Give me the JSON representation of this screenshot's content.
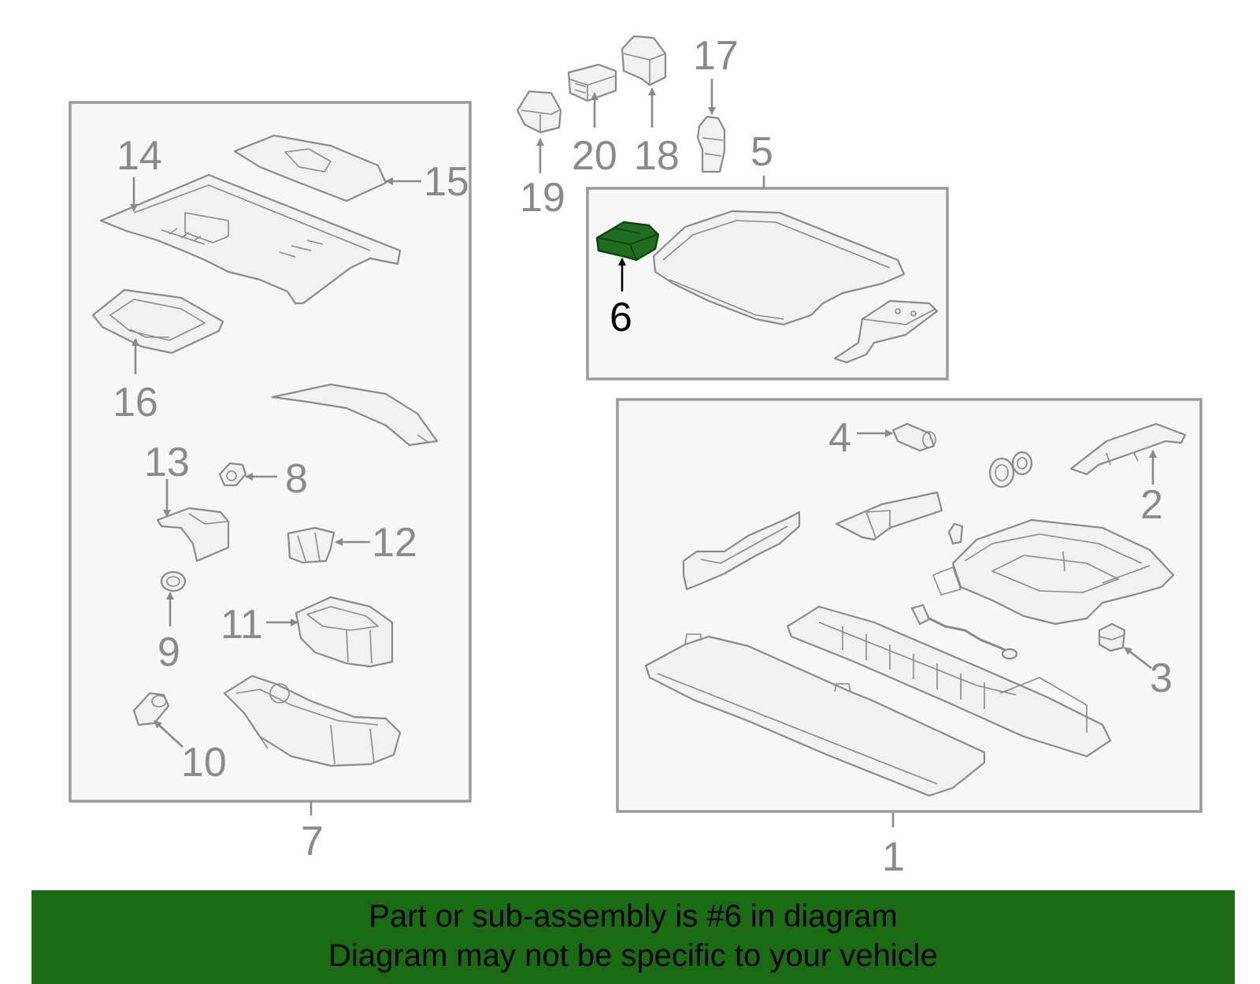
{
  "diagram": {
    "callouts": {
      "c1": "1",
      "c2": "2",
      "c3": "3",
      "c4": "4",
      "c5": "5",
      "c6": "6",
      "c7": "7",
      "c8": "8",
      "c9": "9",
      "c10": "10",
      "c11": "11",
      "c12": "12",
      "c13": "13",
      "c14": "14",
      "c15": "15",
      "c16": "16",
      "c17": "17",
      "c18": "18",
      "c19": "19",
      "c20": "20"
    },
    "highlight_color": "#1f6e1f"
  },
  "banner": {
    "line1": "Part or sub-assembly is #6 in diagram",
    "line2": "Diagram may not be specific to your vehicle",
    "background": "#1b6b14"
  }
}
